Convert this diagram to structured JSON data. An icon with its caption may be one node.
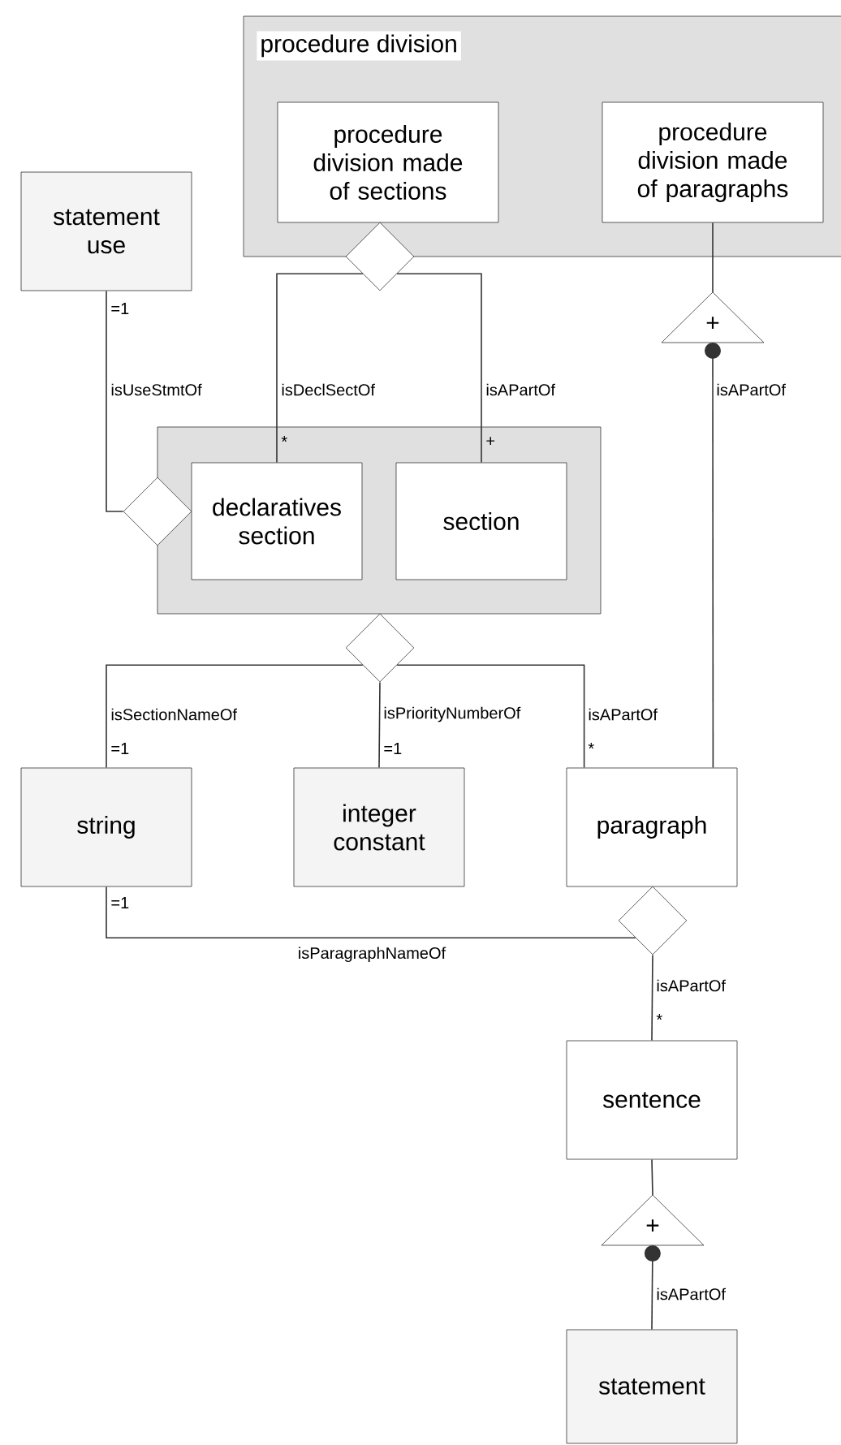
{
  "diagram": {
    "nodes": [
      {
        "text": [
          "procedure division"
        ]
      },
      {
        "text": [
          "procedure division made of sections"
        ],
        "in": 0
      },
      {
        "text": [
          "procedure division made of paragraphs"
        ],
        "in": 0
      },
      {
        "text": [
          "statement use"
        ]
      },
      {
        "text": [],
        "shape": "box"
      },
      {
        "text": [
          "declaratives section"
        ],
        "in": 4
      },
      {
        "text": [
          "section"
        ],
        "in": 4
      },
      {
        "text": [
          "string"
        ]
      },
      {
        "text": [
          "integer constant"
        ]
      },
      {
        "text": [
          "paragraph"
        ]
      },
      {
        "text": [
          "sentence"
        ]
      },
      {
        "text": [
          "statement"
        ]
      },
      {
        "text": [],
        "shape": "diamond"
      },
      {
        "text": [
          "+"
        ]
      },
      {
        "text": [],
        "shape": "diamond"
      },
      {
        "text": [],
        "shape": "diamond"
      },
      {
        "text": [],
        "shape": "diamond"
      },
      {
        "text": [
          "+"
        ]
      }
    ],
    "edges": [
      {
        "from": 12,
        "to": 5,
        "label": "isDeclSectOf",
        "arrow": "none"
      },
      {
        "from": 12,
        "to": 6,
        "label": "isAPartOf",
        "arrow": "none"
      },
      {
        "from": 2,
        "to": 13,
        "arrow": "none"
      },
      {
        "from": 9,
        "to": 13,
        "label": "isAPartOf",
        "arrow": "other"
      },
      {
        "from": 3,
        "to": 14,
        "label": "isUseStmtOf",
        "arrow": "none"
      },
      {
        "from": 15,
        "to": 7,
        "label": "isSectionNameOf",
        "arrow": "none"
      },
      {
        "from": 15,
        "to": 8,
        "label": "isPriorityNumberOf",
        "arrow": "none"
      },
      {
        "from": 15,
        "to": 9,
        "label": "isAPartOf",
        "arrow": "none"
      },
      {
        "from": 7,
        "to": 16,
        "label": "isParagraphNameOf",
        "arrow": "none"
      },
      {
        "from": 16,
        "to": 10,
        "label": "isAPartOf",
        "arrow": "none"
      },
      {
        "from": 10,
        "to": 17,
        "arrow": "none"
      },
      {
        "from": 11,
        "to": 17,
        "label": "isAPartOf",
        "arrow": "other"
      }
    ],
    "labels": [
      "=1",
      "*",
      "+",
      "=1",
      "=1",
      "*",
      "=1",
      "*"
    ]
  }
}
